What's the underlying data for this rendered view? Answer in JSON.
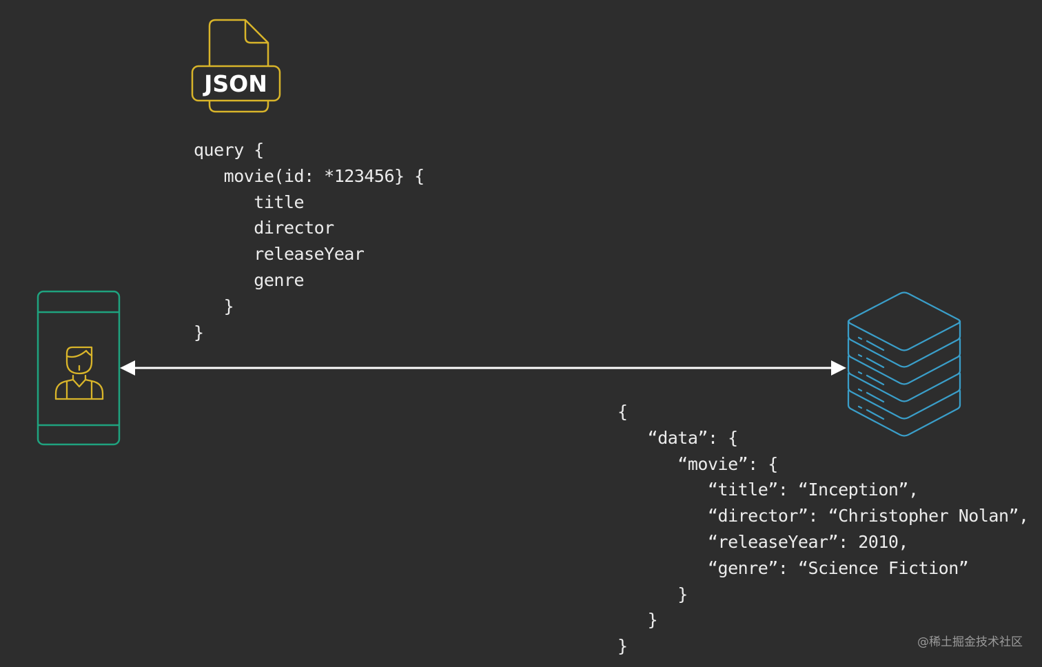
{
  "json_icon": {
    "label": "JSON",
    "color": "#d9b52a",
    "icon": "json-file-icon"
  },
  "client": {
    "icon": "mobile-phone-icon",
    "user_icon": "user-icon",
    "frame_color": "#1fa37f",
    "user_color": "#d9b52a"
  },
  "server": {
    "icon": "database-stack-icon",
    "color": "#3a9ec9"
  },
  "arrow": {
    "icon": "bidirectional-arrow-icon",
    "color": "#ffffff"
  },
  "query": {
    "lines": [
      "query {",
      "   movie(id: *123456} {",
      "      title",
      "      director",
      "      releaseYear",
      "      genre",
      "   }",
      "}"
    ]
  },
  "response": {
    "lines": [
      "{",
      "   “data”: {",
      "      “movie”: {",
      "         “title”: “Inception”,",
      "         “director”: “Christopher Nolan”,",
      "         “releaseYear”: 2010,",
      "         “genre”: “Science Fiction”",
      "      }",
      "   }",
      "}"
    ]
  },
  "watermark": {
    "text": "@稀土掘金技术社区"
  }
}
